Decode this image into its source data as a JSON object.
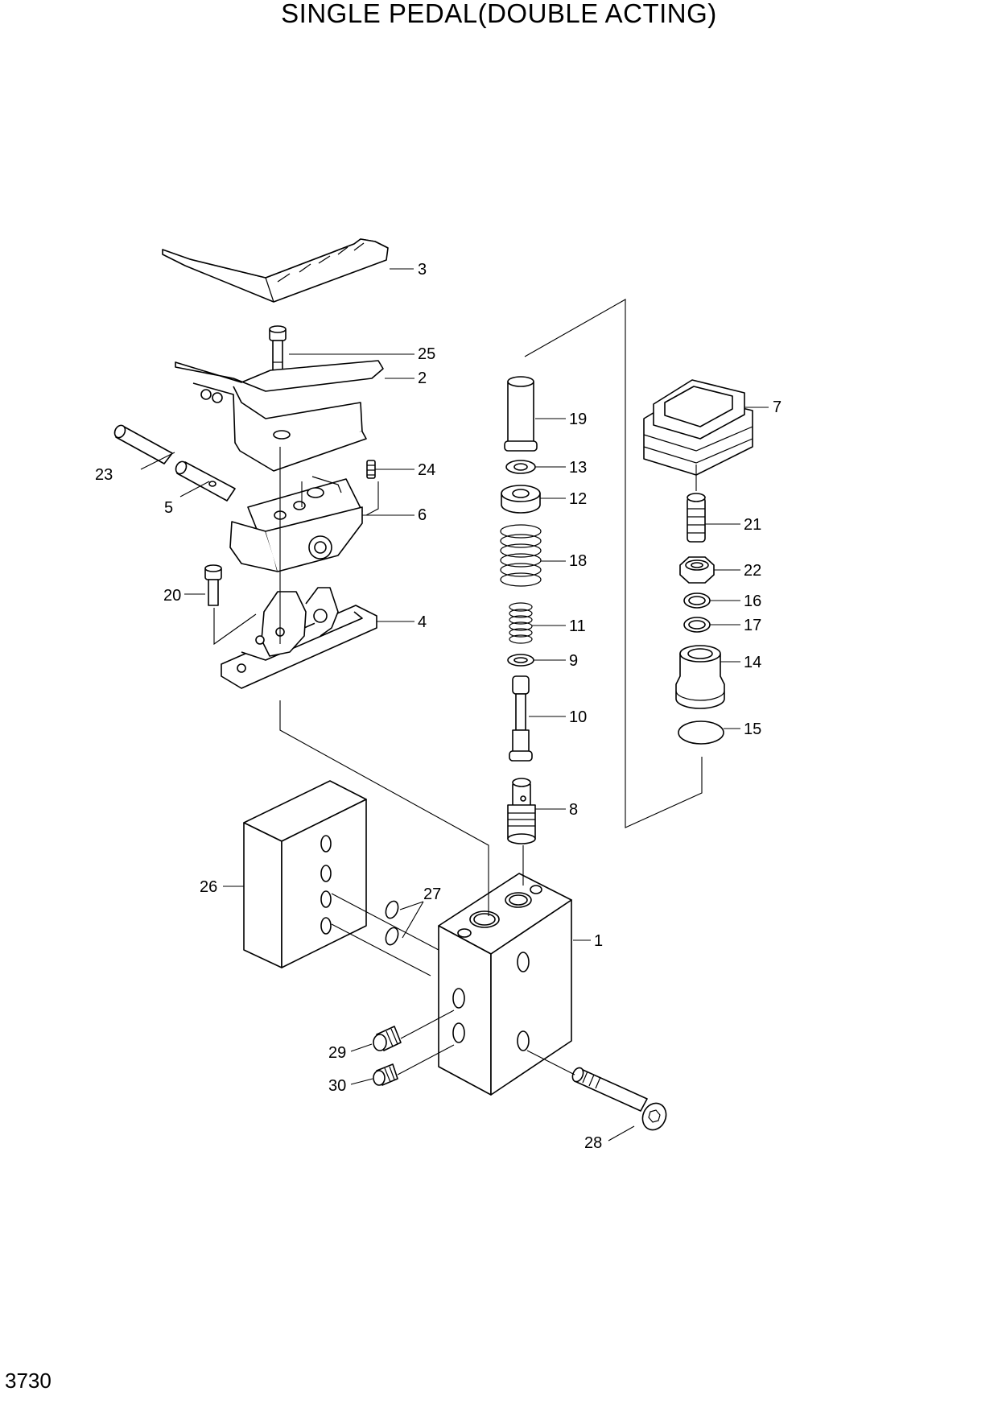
{
  "title": "SINGLE PEDAL(DOUBLE ACTING)",
  "page_number": "3730",
  "callouts": {
    "p1": "1",
    "p2": "2",
    "p3": "3",
    "p4": "4",
    "p5": "5",
    "p6": "6",
    "p7": "7",
    "p8": "8",
    "p9": "9",
    "p10": "10",
    "p11": "11",
    "p12": "12",
    "p13": "13",
    "p14": "14",
    "p15": "15",
    "p16": "16",
    "p17": "17",
    "p18": "18",
    "p19": "19",
    "p20": "20",
    "p21": "21",
    "p22": "22",
    "p23": "23",
    "p24": "24",
    "p25": "25",
    "p26": "26",
    "p27": "27",
    "p28": "28",
    "p29": "29",
    "p30": "30"
  }
}
